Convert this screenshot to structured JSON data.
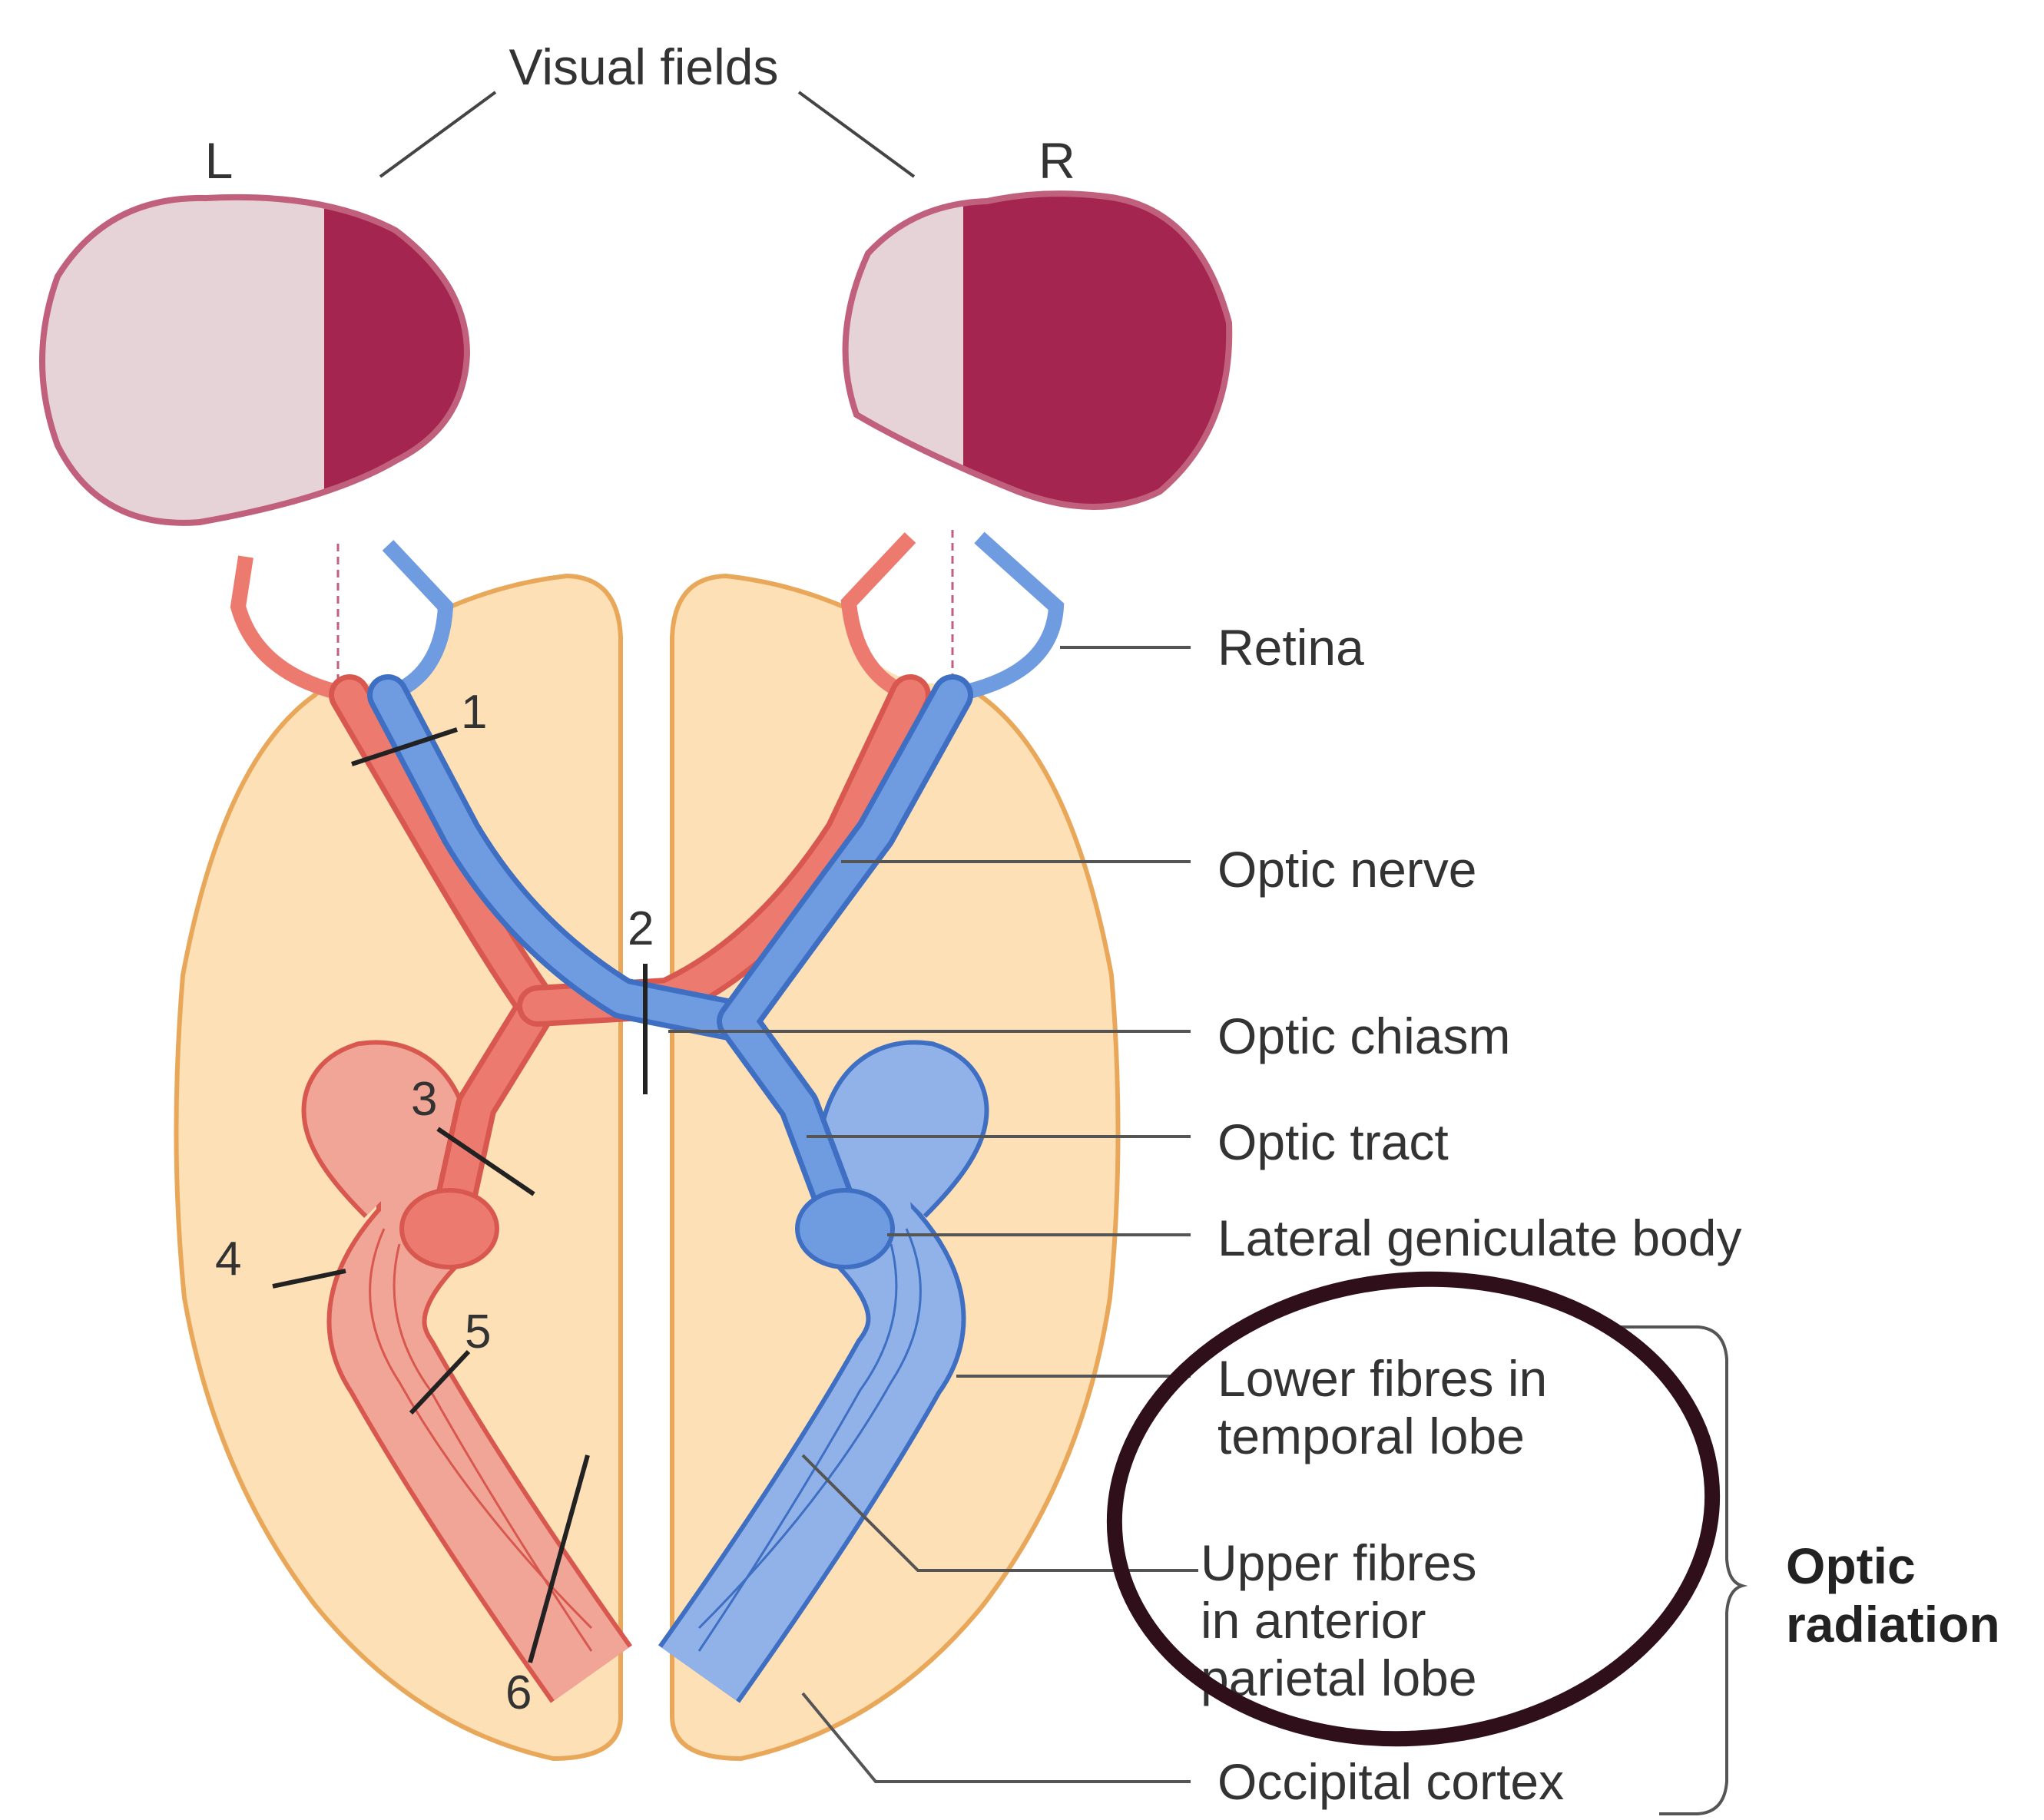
{
  "header": {
    "visual_fields": "Visual fields",
    "left_eye_letter": "L",
    "right_eye_letter": "R"
  },
  "labels": {
    "retina": "Retina",
    "optic_nerve": "Optic nerve",
    "optic_chiasm": "Optic chiasm",
    "optic_tract": "Optic tract",
    "lateral_geniculate_body": "Lateral geniculate body",
    "lower_fibres_line1": "Lower fibres in",
    "lower_fibres_line2": "temporal lobe",
    "upper_fibres_line1": "Upper fibres",
    "upper_fibres_line2": "in anterior",
    "upper_fibres_line3": "parietal lobe",
    "optic_radiation_line1": "Optic",
    "optic_radiation_line2": "radiation",
    "occipital_cortex": "Occipital cortex"
  },
  "lesions": [
    "1",
    "2",
    "3",
    "4",
    "5",
    "6"
  ],
  "colors": {
    "field_light": "#e6d3d7",
    "field_dark": "#a32550",
    "field_outline": "#c0607d",
    "brain_fill": "#fde0b6",
    "brain_outline": "#e9a75a",
    "red_pathway": "#ec7a6f",
    "blue_pathway": "#6f9be0",
    "annotation_circle": "#2e0f1a"
  }
}
